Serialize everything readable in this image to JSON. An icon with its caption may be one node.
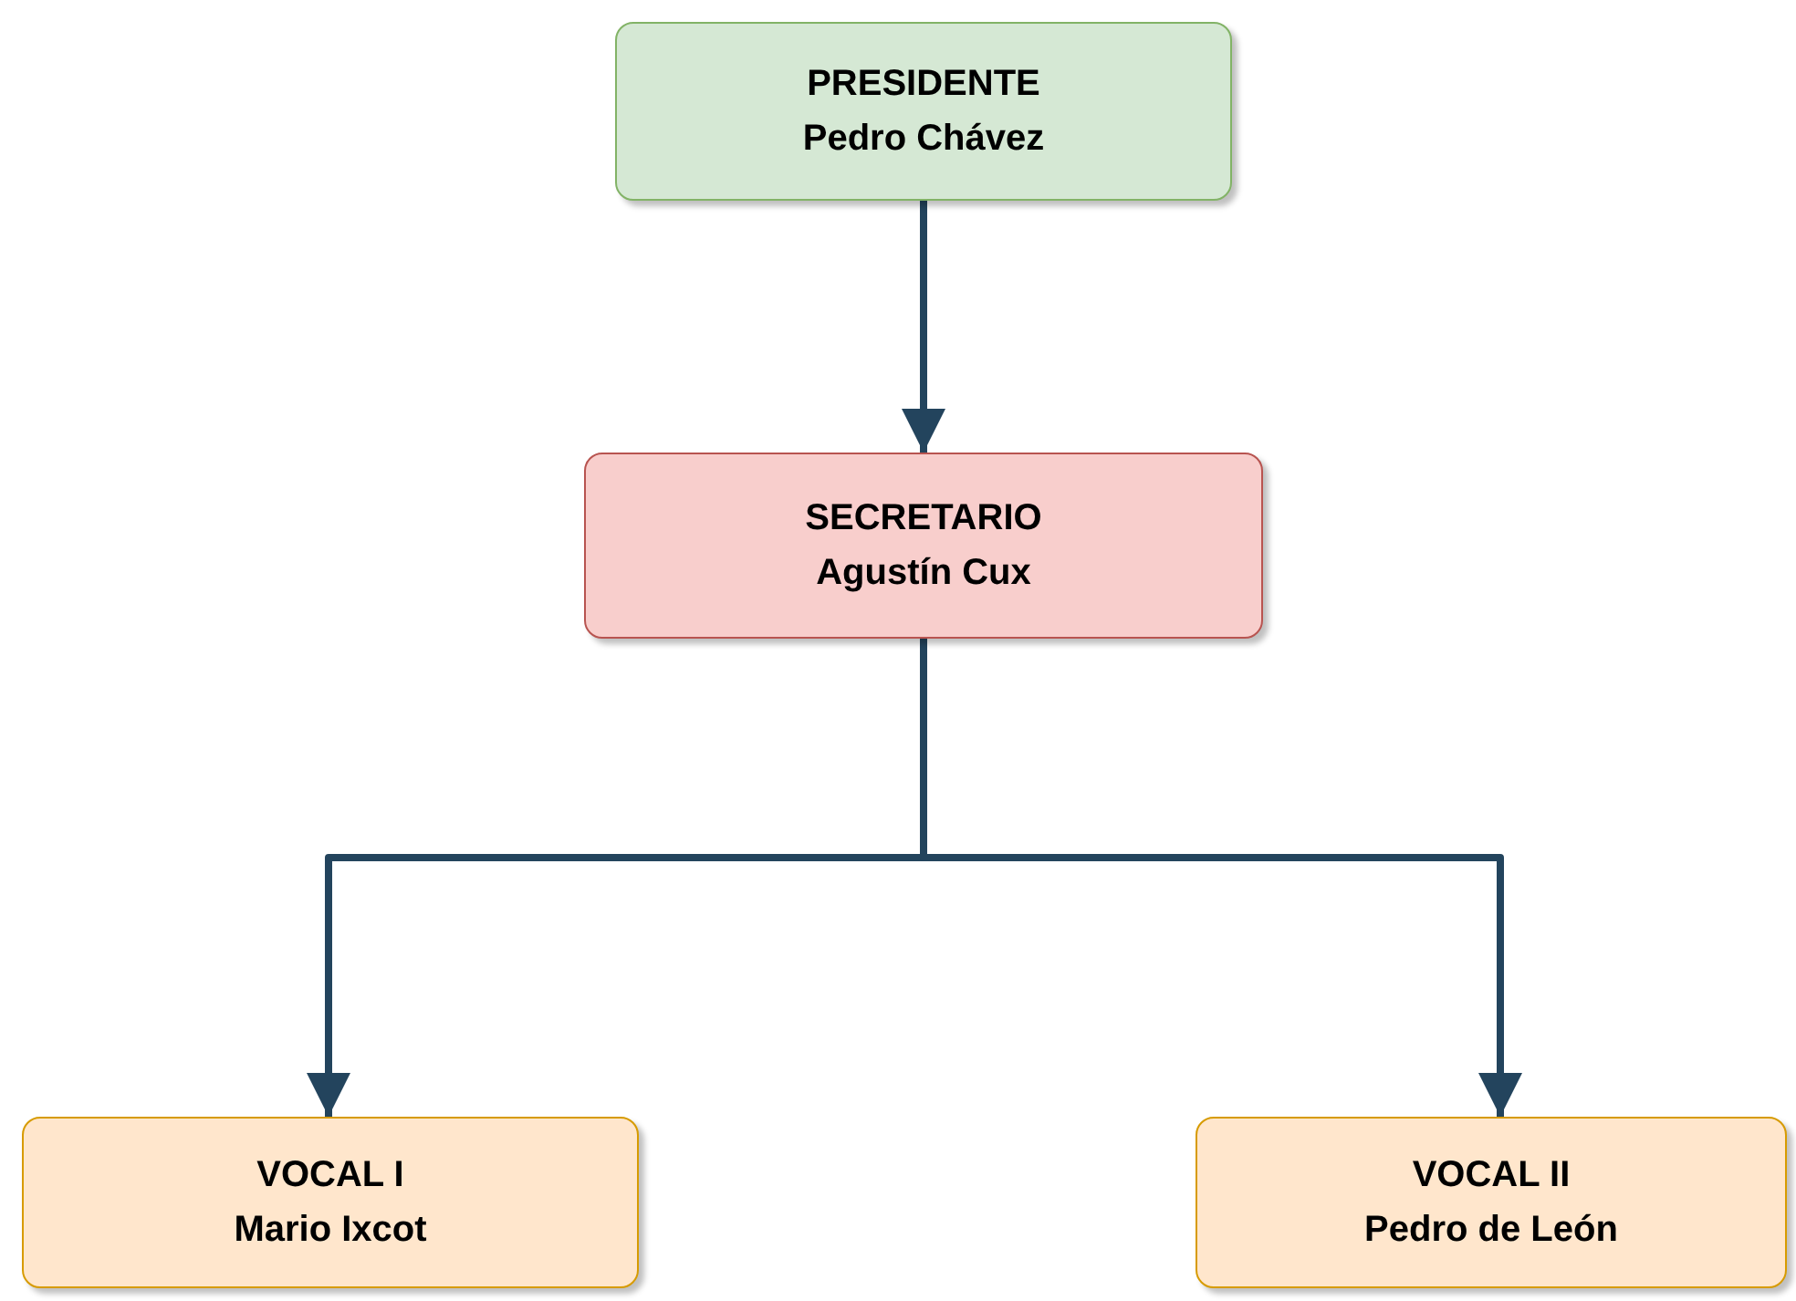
{
  "diagram": {
    "nodes": [
      {
        "text": [
          "PRESIDENTE",
          "Pedro Chávez"
        ]
      },
      {
        "text": [
          "SECRETARIO",
          "Agustín Cux"
        ]
      },
      {
        "text": [
          "VOCAL I",
          "Mario Ixcot"
        ]
      },
      {
        "text": [
          "VOCAL II",
          "Pedro de León"
        ]
      }
    ],
    "edges": [
      {
        "from": 0,
        "to": 1,
        "arrow": "to"
      },
      {
        "from": 1,
        "to": 2,
        "arrow": "to"
      },
      {
        "from": 1,
        "to": 3,
        "arrow": "to"
      }
    ]
  }
}
